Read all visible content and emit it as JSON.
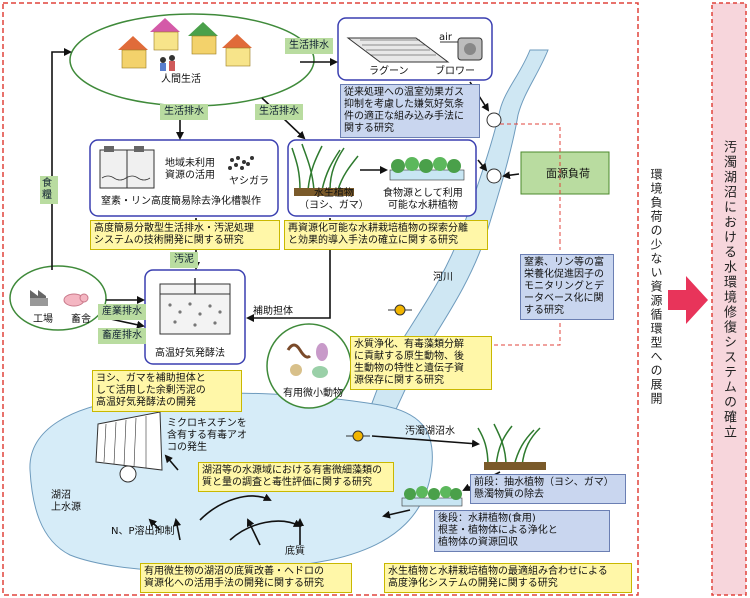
{
  "labels": {
    "human_life": "人間生活",
    "lagoon": "ラグーン",
    "blower": "ブロワー",
    "air": "air",
    "food": "食糧",
    "domestic_wastewater_top": "生活排水",
    "domestic_wastewater_left": "生活排水",
    "domestic_wastewater_mid": "生活排水",
    "unused_area": "地域未利用\n資源の活用",
    "yashigara": "ヤシガラ",
    "septic_tank": "窒素・リン高度簡易除去浄化槽製作",
    "aquatic_plant": "水生植物\n（ヨシ、ガマ）",
    "hydroponic_plant": "食物源として利用\n可能な水耕植物",
    "nonpoint_source": "面源負荷",
    "river": "河川",
    "sludge": "汚泥",
    "aux_carrier": "補助担体",
    "industrial_wastewater": "産業排水",
    "livestock_wastewater": "畜産排水",
    "factory": "工場",
    "barn": "畜舎",
    "thermophilic_digestion": "高温好気発酵法",
    "useful_microorganisms": "有用微小動物",
    "microcystin": "ミクロキスチンを\n含有する有毒アオ\nコの発生",
    "lake_water_source": "湖沼\n上水源",
    "np_elution": "N、P溶出抑制",
    "sediment": "底質",
    "polluted_lake_water": "汚濁湖沼水",
    "front_stage": "前段：抽水植物（ヨシ、ガマ）\n懸濁物質の除去",
    "rear_stage": "後段：水耕植物(食用)\n根茎・植物体による浄化と\n植物体の資源回収"
  },
  "research": {
    "ghg_aerobic": "従来処理への温室効果ガス\n抑制を考慮した嫌気好気条\n件の適正な組み込み手法に\n関する研究",
    "decentralized_system": "高度簡易分散型生活排水・汚泥処理\nシステムの技術開発に関する研究",
    "hydroponic_search": "再資源化可能な水耕栽培植物の探索分離\nと効果的導入手法の確立に関する研究",
    "monitoring": "窒素、リン等の富\n栄養化促進因子の\nモニタリングとデ\nータベース化に関\nする研究",
    "protozoa": "水質浄化、有毒藻類分解\nに貢献する原生動物、後\n生動物の特性と遺伝子資\n源保存に関する研究",
    "surplus_sludge": "ヨシ、ガマを補助担体と\nして活用した余剰汚泥の\n高温好気発酵法の開発",
    "toxic_algae": "湖沼等の水源域における有害微細藻類の\n質と量の調査と毒性評価に関する研究",
    "sediment_improvement": "有用微生物の湖沼の底質改善・ヘドロの\n資源化への活用手法の開発に関する研究",
    "optimal_combination": "水生植物と水耕栽培植物の最適組み合わせによる\n高度浄化システムの開発に関する研究"
  },
  "side": {
    "middle_text": "環境負荷の少ない資源循環型への展開",
    "right_text": "汚濁湖沼における水環境修復システムの確立"
  },
  "colors": {
    "frame_red": "#e0443c",
    "arrow_red": "#e8345a",
    "ellipse_green": "#3f8a3a",
    "box_blue": "#3a3fb0",
    "river_blue": "#cfe7f3",
    "lake_blue": "#d6ecf8",
    "right_panel_pink": "#f7d6dc"
  }
}
